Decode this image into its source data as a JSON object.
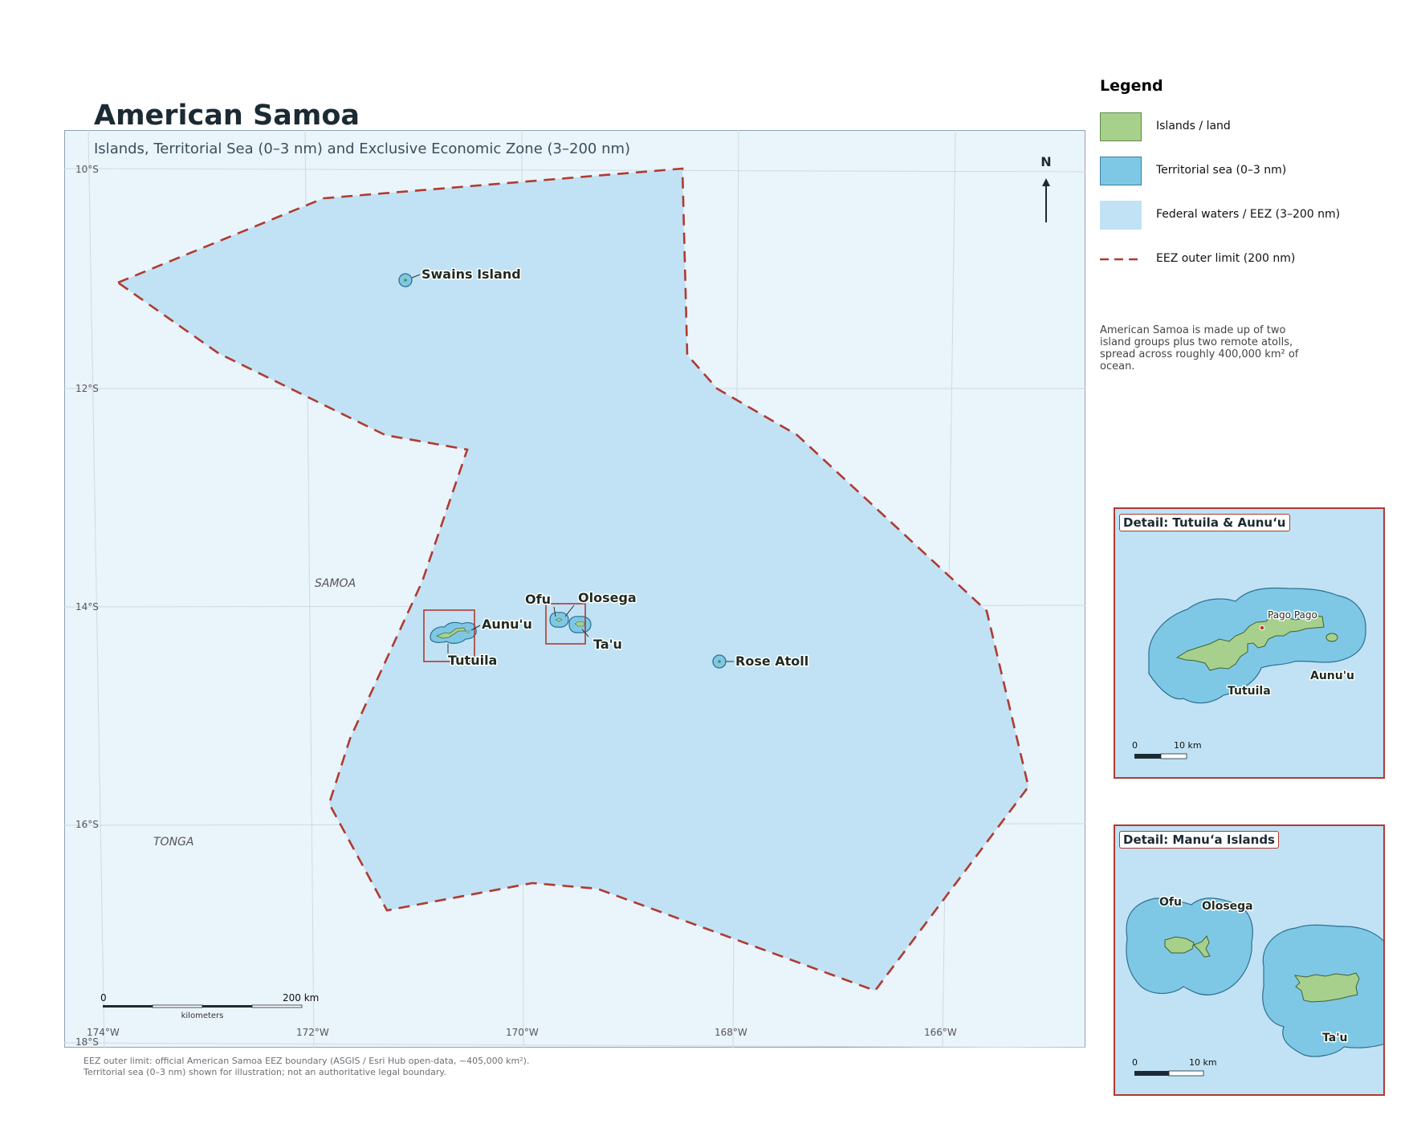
{
  "title": "American Samoa",
  "subtitle": "Islands, Territorial Sea (0–3 nm) and Exclusive Economic Zone (3–200 nm)",
  "north_label": "N",
  "latitude_ticks": [
    "10°S",
    "12°S",
    "14°S",
    "16°S",
    "18°S"
  ],
  "longitude_ticks": [
    "174°W",
    "172°W",
    "170°W",
    "168°W",
    "166°W"
  ],
  "island_labels": {
    "swains": "Swains Island",
    "aunuu": "Aunu'u",
    "tutuila": "Tutuila",
    "ofu": "Ofu",
    "olosega": "Olosega",
    "tau": "Ta'u",
    "rose": "Rose Atoll"
  },
  "region_labels": {
    "samoa": "SAMOA",
    "tonga": "TONGA"
  },
  "scale_bar": {
    "start": "0",
    "end": "200 km",
    "unit": "kilometers"
  },
  "legend": {
    "title": "Legend",
    "items": [
      {
        "label": "Islands / land",
        "color": "#a8d08d"
      },
      {
        "label": "Territorial sea (0–3 nm)",
        "color": "#7ec8e6"
      },
      {
        "label": "Federal waters / EEZ (3–200 nm)",
        "color": "#c0e2f4"
      },
      {
        "label": "EEZ outer limit (200 nm)",
        "color": "#b03a30"
      }
    ],
    "note": "American Samoa is made up of two island groups plus two remote atolls, spread across roughly 400,000 km² of ocean."
  },
  "insets": {
    "tutuila": {
      "title": "Detail: Tutuila & Aunuʻu",
      "place_label": "Pago Pago",
      "tutuila_label": "Tutuila",
      "aunuu_label": "Aunu'u",
      "scale_start": "0",
      "scale_end": "10 km"
    },
    "manua": {
      "title": "Detail: Manuʻa Islands",
      "ofu_label": "Ofu",
      "olosega_label": "Olosega",
      "tau_label": "Ta'u",
      "scale_start": "0",
      "scale_end": "10 km"
    }
  },
  "footnote": {
    "line1": "EEZ outer limit: official American Samoa EEZ boundary (ASGIS / Esri Hub open-data, ~405,000 km²).",
    "line2": "Territorial sea (0–3 nm) shown for illustration; not an authoritative legal boundary."
  },
  "colors": {
    "land": "#a8d08d",
    "territorial_sea": "#7ec8e6",
    "eez": "#c0e2f4",
    "eez_line": "#b03a30",
    "background": "#eaf4fb"
  }
}
